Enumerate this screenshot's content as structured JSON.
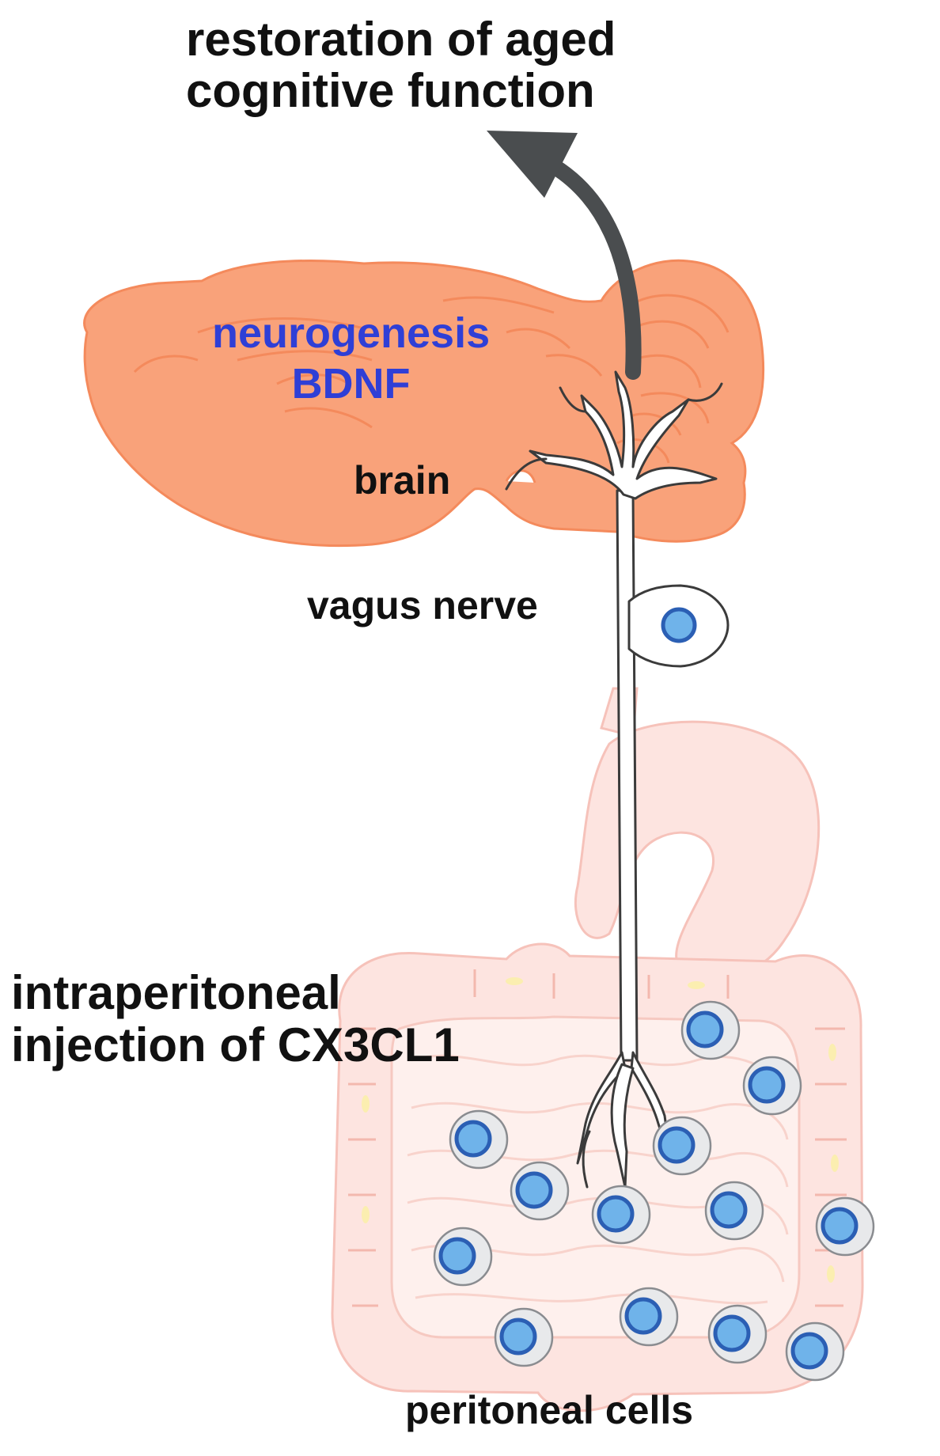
{
  "outcome": {
    "line1": "restoration of aged",
    "line2": "cognitive function"
  },
  "brain": {
    "process_line1": "neurogenesis",
    "process_line2": "BDNF",
    "label": "brain"
  },
  "nerve": {
    "label": "vagus nerve"
  },
  "injection": {
    "line1": "intraperitoneal",
    "line2": "injection of CX3CL1"
  },
  "cells": {
    "label": "peritoneal cells"
  },
  "colors": {
    "brain_fill": "#f9a27a",
    "brain_outline": "#f48a5c",
    "brain_text": "#2f3fd6",
    "gut_fill": "#fde4e0",
    "gut_outline": "#f6c2ba",
    "arrow": "#4a4d4f",
    "cell_body": "#e8e9eb",
    "cell_nucleus": "#6fb3ea",
    "cell_nucleus_edge": "#2b5fb4"
  },
  "icons": [
    "brain-icon",
    "neuron-icon",
    "intestine-icon",
    "peritoneal-cell-icon",
    "curved-arrow-icon"
  ]
}
